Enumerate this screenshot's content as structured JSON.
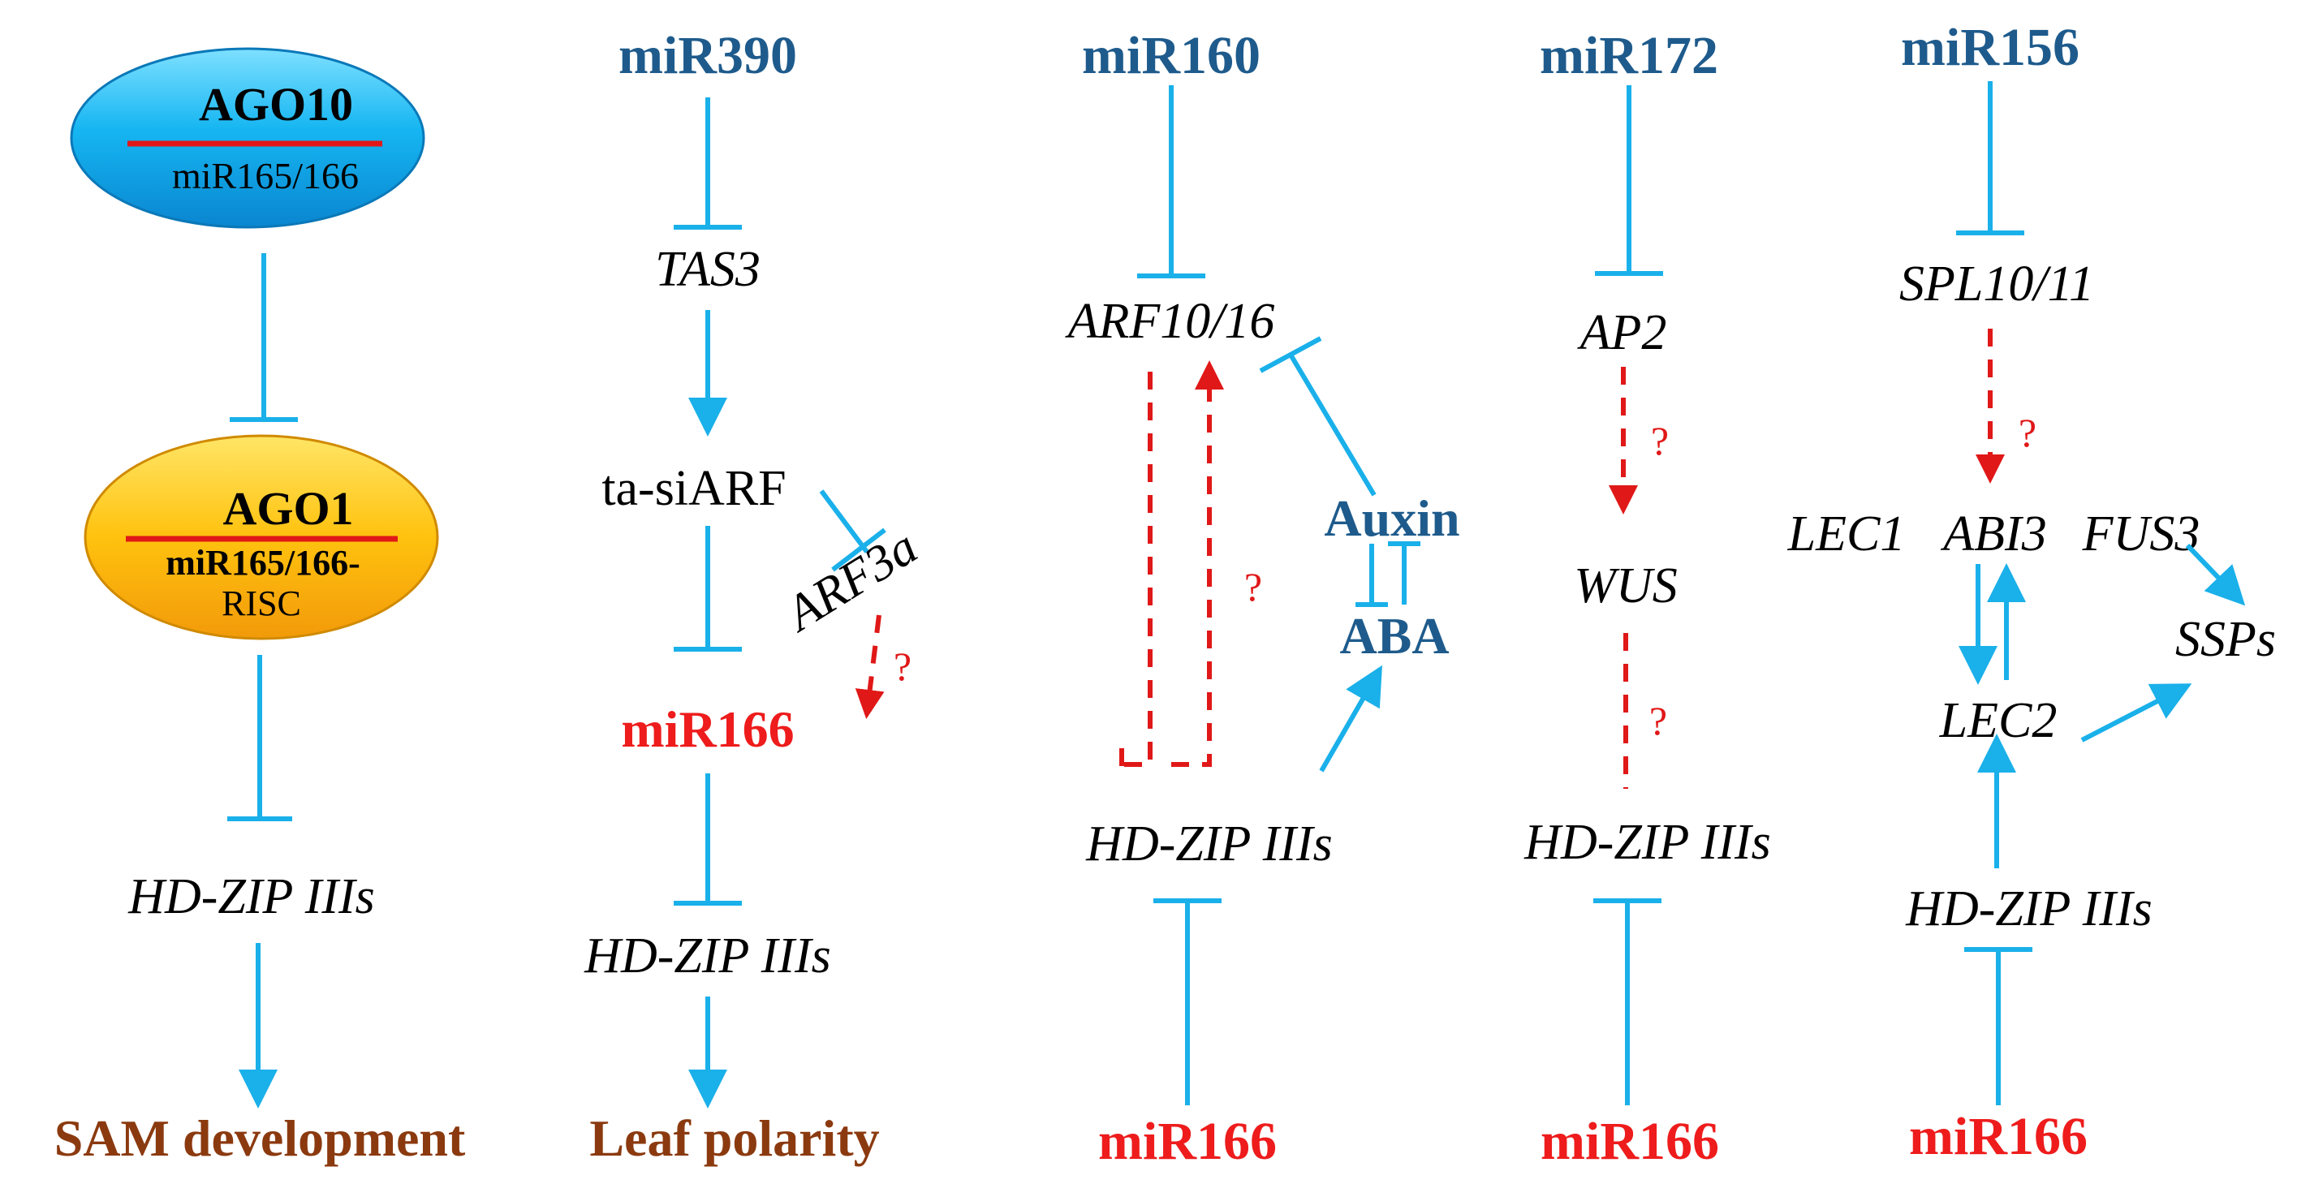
{
  "columns": {
    "ago": {
      "ago10_title": "AGO10",
      "ago10_sub": "miR165/166",
      "ago1_title": "AGO1",
      "ago1_sub1": "miR165/166-",
      "ago1_sub2": "RISC",
      "target": "HD-ZIP IIIs",
      "outcome": "SAM development"
    },
    "mir390": {
      "top": "miR390",
      "tas3": "TAS3",
      "tasiarf": "ta-siARF",
      "arf3a": "ARF3a",
      "question": "?",
      "mir166": "miR166",
      "target": "HD-ZIP IIIs",
      "outcome": "Leaf polarity"
    },
    "mir160": {
      "top": "miR160",
      "arf": "ARF10/16",
      "auxin": "Auxin",
      "aba": "ABA",
      "question": "?",
      "target": "HD-ZIP IIIs",
      "bottom": "miR166"
    },
    "mir172": {
      "top": "miR172",
      "ap2": "AP2",
      "q1": "?",
      "wus": "WUS",
      "q2": "?",
      "target": "HD-ZIP IIIs",
      "bottom": "miR166"
    },
    "mir156": {
      "top": "miR156",
      "spl": "SPL10/11",
      "question": "?",
      "lec1": "LEC1",
      "abi3": "ABI3",
      "fus3": "FUS3",
      "ssps": "SSPs",
      "lec2": "LEC2",
      "target": "HD-ZIP IIIs",
      "bottom": "miR166"
    }
  },
  "colors": {
    "arrow_blue": "#1ab0ea",
    "mirna_blue": "#1e5b8c",
    "mir166_red": "#ee1c1c",
    "outcome_brown": "#8b3a0f",
    "dashed_red": "#e01818"
  }
}
